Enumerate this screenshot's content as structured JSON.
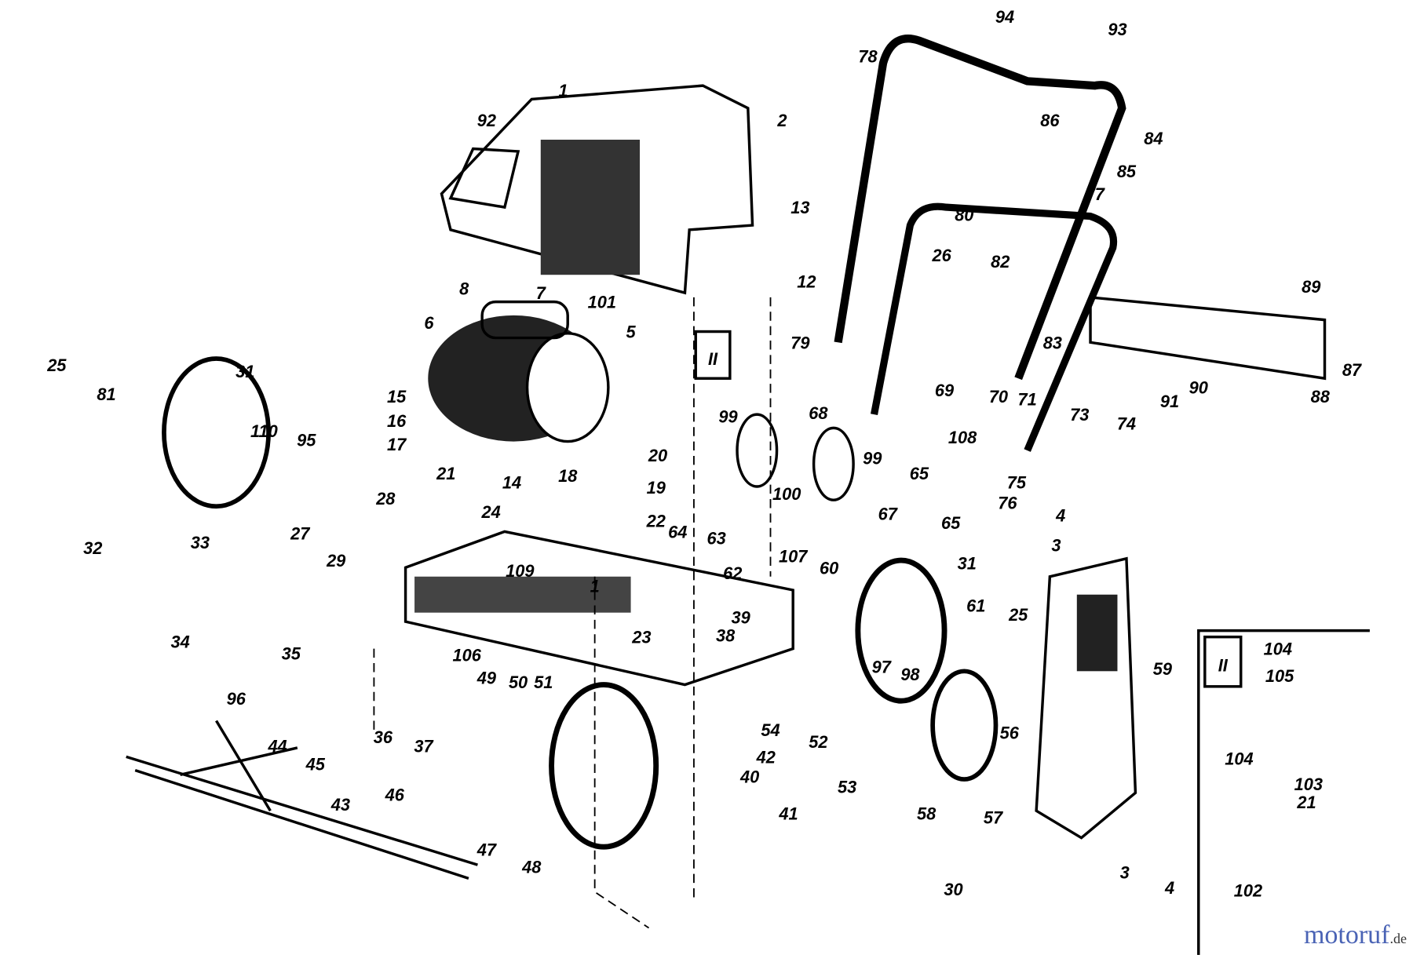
{
  "diagram": {
    "type": "exploded parts diagram",
    "part_labels": [
      "1",
      "92",
      "2",
      "13",
      "12",
      "101",
      "78",
      "94",
      "93",
      "86",
      "84",
      "85",
      "77",
      "80",
      "26",
      "82",
      "89",
      "79",
      "83",
      "87",
      "88",
      "90",
      "91",
      "69",
      "70",
      "71",
      "73",
      "74",
      "108",
      "75",
      "76",
      "8",
      "7",
      "6",
      "5",
      "15",
      "16",
      "17",
      "25",
      "81",
      "31",
      "110",
      "95",
      "21",
      "14",
      "18",
      "20",
      "19",
      "99",
      "68",
      "99",
      "65",
      "100",
      "67",
      "65",
      "28",
      "27",
      "33",
      "32",
      "24",
      "22",
      "64",
      "63",
      "62",
      "107",
      "60",
      "31",
      "29",
      "109",
      "1",
      "39",
      "38",
      "61",
      "25",
      "4",
      "3",
      "59",
      "34",
      "35",
      "106",
      "49",
      "50",
      "51",
      "23",
      "96",
      "54",
      "52",
      "97",
      "98",
      "56",
      "42",
      "40",
      "53",
      "41",
      "58",
      "57",
      "36",
      "37",
      "44",
      "45",
      "43",
      "46",
      "47",
      "48",
      "30",
      "3",
      "4",
      "104",
      "105",
      "104",
      "103",
      "21",
      "102"
    ],
    "inset_marker": "II",
    "colors": {
      "line": "#000000",
      "background": "#ffffff"
    }
  },
  "watermark": {
    "brand": "motoruf",
    "tld": ".de"
  }
}
